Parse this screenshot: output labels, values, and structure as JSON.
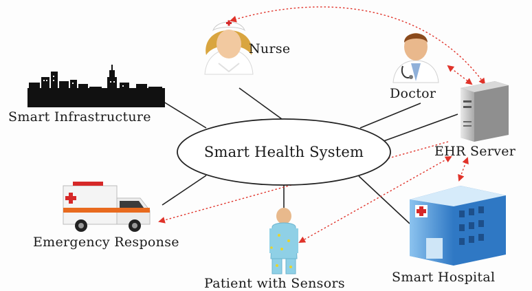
{
  "hub": {
    "label": "Smart Health System"
  },
  "nodes": {
    "nurse": {
      "label": "Nurse",
      "icon": "nurse-icon"
    },
    "doctor": {
      "label": "Doctor",
      "icon": "doctor-icon"
    },
    "infrastructure": {
      "label": "Smart Infrastructure",
      "icon": "city-skyline-icon"
    },
    "ehr": {
      "label": "EHR Server",
      "icon": "server-tower-icon"
    },
    "emergency": {
      "label": "Emergency Response",
      "icon": "ambulance-icon"
    },
    "patient": {
      "label": "Patient with Sensors",
      "icon": "patient-sensors-icon"
    },
    "hospital": {
      "label": "Smart Hospital",
      "icon": "hospital-building-icon"
    }
  },
  "colors": {
    "solid_link": "#222222",
    "data_link": "#e0332a",
    "hospital_blue": "#3f8fd6",
    "hospital_cross": "#d62828",
    "ambulance_stripe": "#e86a1e"
  }
}
